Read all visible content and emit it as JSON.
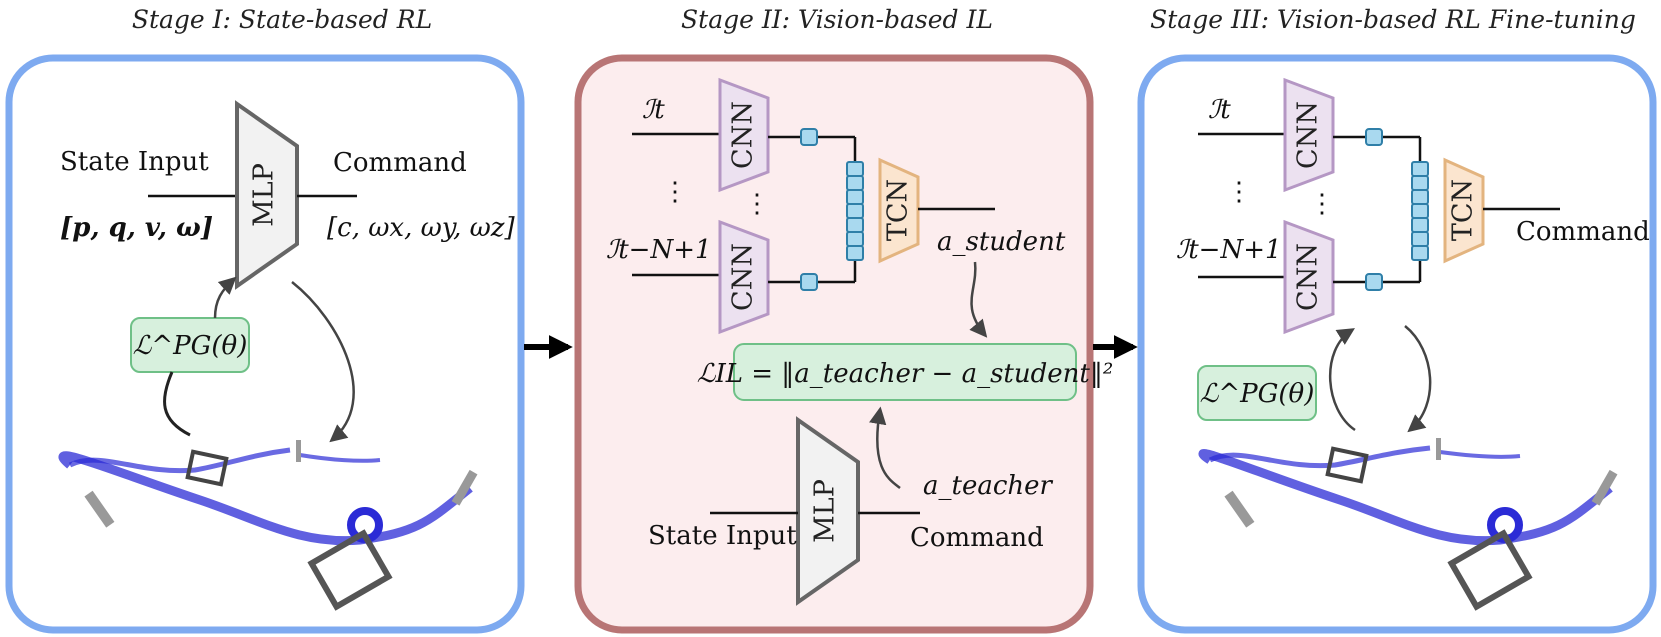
{
  "stages": [
    {
      "title": "Stage I: State-based RL"
    },
    {
      "title": "Stage II: Vision-based IL"
    },
    {
      "title": "Stage III: Vision-based RL Fine-tuning"
    }
  ],
  "stage1": {
    "state_input": "State Input",
    "state_vector": "[p, q, v, ω]",
    "command": "Command",
    "command_vector": "[c, ωx, ωy, ωz]",
    "mlp": "MLP",
    "loss": "ℒ^PG(θ)"
  },
  "stage2": {
    "input_top": "ℐt",
    "input_bottom": "ℐt−N+1",
    "dots": "⋮",
    "cnn": "CNN",
    "tcn": "TCN",
    "a_student": "a_student",
    "loss": "ℒIL = ‖a_teacher − a_student‖²",
    "a_teacher": "a_teacher",
    "mlp": "MLP",
    "state_input": "State Input",
    "command": "Command"
  },
  "stage3": {
    "input_top": "ℐt",
    "input_bottom": "ℐt−N+1",
    "dots": "⋮",
    "cnn": "CNN",
    "tcn": "TCN",
    "command": "Command",
    "loss": "ℒ^PG(θ)"
  },
  "colors": {
    "panel_blue": "#7eaaf0",
    "panel_red": "#b87575",
    "panel_red_fill": "#fcedee",
    "cnn_fill": "#ece1f0",
    "cnn_stroke": "#b597c4",
    "tcn_fill": "#fbe5cf",
    "tcn_stroke": "#e3b47f",
    "feature_fill": "#a9d9ef",
    "feature_stroke": "#2f7fa8",
    "loss_fill": "#d7f0dd",
    "loss_stroke": "#6fc087",
    "mlp_fill": "#f2f2f2",
    "mlp_stroke": "#666666",
    "trajectory": "#2b2bd6"
  }
}
